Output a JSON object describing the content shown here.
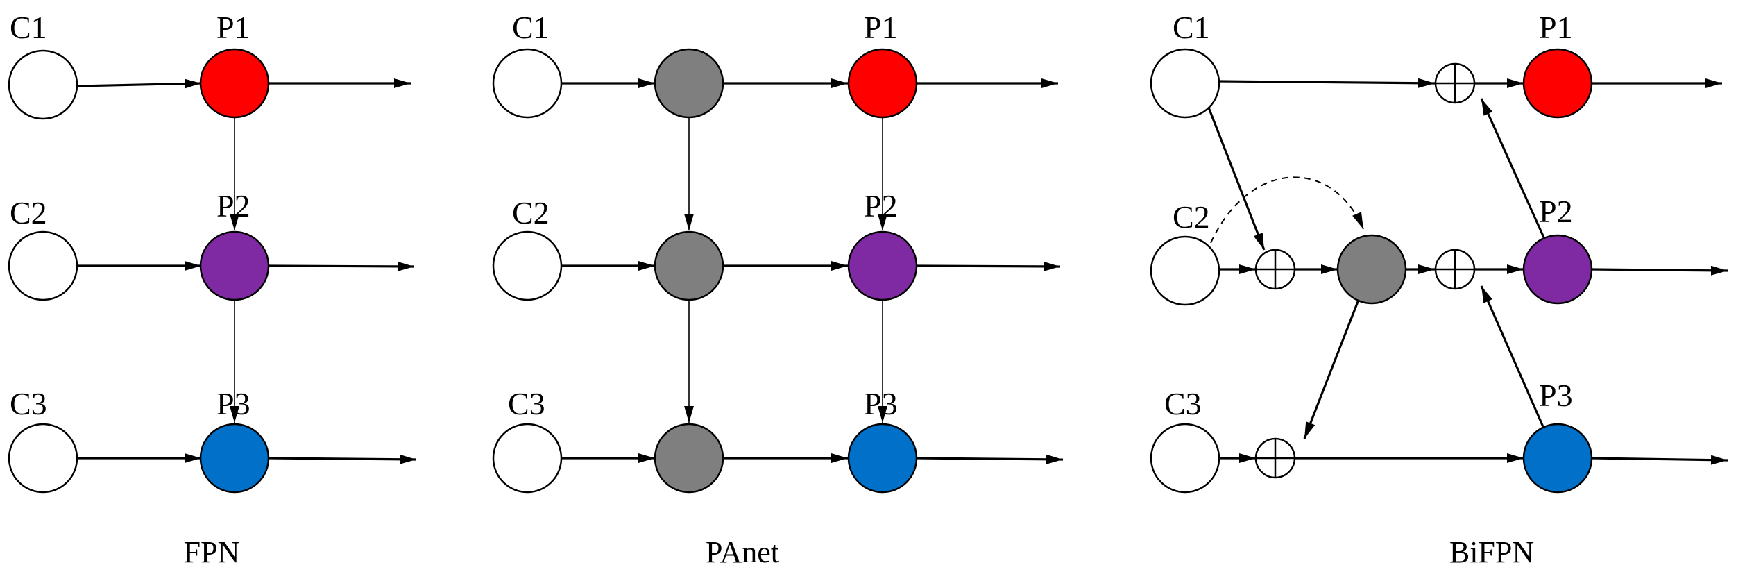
{
  "colors": {
    "input": "#ffffff",
    "p1": "#ff0000",
    "p2": "#7f2aa3",
    "p3": "#0070c8",
    "intermediate": "#7f7f7f"
  },
  "panels": [
    {
      "caption": "FPN",
      "inputs": [
        "C1",
        "C2",
        "C3"
      ],
      "outputs": [
        "P1",
        "P2",
        "P3"
      ]
    },
    {
      "caption": "PAnet",
      "inputs": [
        "C1",
        "C2",
        "C3"
      ],
      "outputs": [
        "P1",
        "P2",
        "P3"
      ]
    },
    {
      "caption": "BiFPN",
      "inputs": [
        "C1",
        "C2",
        "C3"
      ],
      "outputs": [
        "P1",
        "P2",
        "P3"
      ]
    }
  ]
}
